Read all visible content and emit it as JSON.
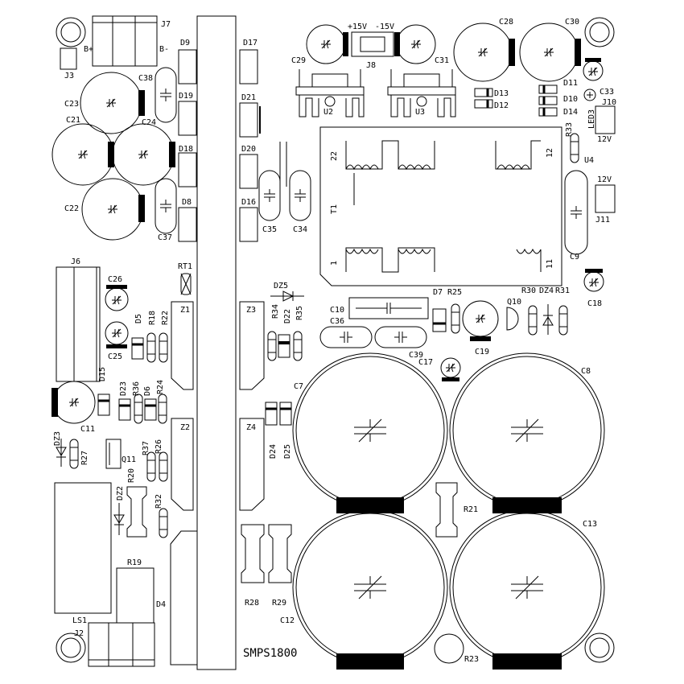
{
  "board": {
    "title": "SMPS1800",
    "accent_color": "#000000",
    "background_color": "#ffffff"
  },
  "connectors": {
    "j7": "J7",
    "bplus": "B+",
    "bminus": "B-",
    "j3": "J3",
    "j8": "J8",
    "plus15": "+15V",
    "minus15": "-15V",
    "j6": "J6",
    "j2": "J2",
    "ls1": "LS1",
    "j10": "J10",
    "j11": "J11",
    "j10_12v": "12V",
    "j11_12v": "12V"
  },
  "capacitors": {
    "c23": "C23",
    "c21": "C21",
    "c22": "C22",
    "c24": "C24",
    "c38": "C38",
    "c37": "C37",
    "c29": "C29",
    "c31": "C31",
    "c28": "C28",
    "c30": "C30",
    "c33": "C33",
    "c35": "C35",
    "c34": "C34",
    "c9": "C9",
    "c26": "C26",
    "c25": "C25",
    "c11": "C11",
    "c10": "C10",
    "c36": "C36",
    "c39": "C39",
    "c17": "C17",
    "c19": "C19",
    "c18": "C18",
    "c7": "C7",
    "c8": "C8",
    "c12": "C12",
    "c13": "C13"
  },
  "diodes": {
    "d9": "D9",
    "d19": "D19",
    "d18": "D18",
    "d8": "D8",
    "d17": "D17",
    "d21": "D21",
    "d20": "D20",
    "d16": "D16",
    "d11": "D11",
    "d10": "D10",
    "d14": "D14",
    "d13": "D13",
    "d12": "D12",
    "d5": "D5",
    "d15": "D15",
    "d23": "D23",
    "d6": "D6",
    "d22": "D22",
    "d24": "D24",
    "d25": "D25",
    "d7": "D7",
    "d4": "D4",
    "dz5": "DZ5",
    "dz4": "DZ4",
    "dz3": "DZ3",
    "dz2": "DZ2"
  },
  "resistors": {
    "r18": "R18",
    "r22": "R22",
    "r36": "R36",
    "r24": "R24",
    "r27": "R27",
    "r37": "R37",
    "r26": "R26",
    "r20": "R20",
    "r32": "R32",
    "r34": "R34",
    "r35": "R35",
    "r25": "R25",
    "r30": "R30",
    "r31": "R31",
    "r33": "R33",
    "r21": "R21",
    "r28": "R28",
    "r29": "R29",
    "r19": "R19",
    "r23": "R23",
    "rt1": "RT1"
  },
  "semis": {
    "u2": "U2",
    "u3": "U3",
    "u4": "U4",
    "led3": "LED3",
    "q10": "Q10",
    "q11": "Q11",
    "z1": "Z1",
    "z2": "Z2",
    "z3": "Z3",
    "z4": "Z4"
  },
  "transformer": {
    "t1": "T1",
    "pin22": "22",
    "pin12": "12",
    "pin1": "1",
    "pin11": "11"
  }
}
